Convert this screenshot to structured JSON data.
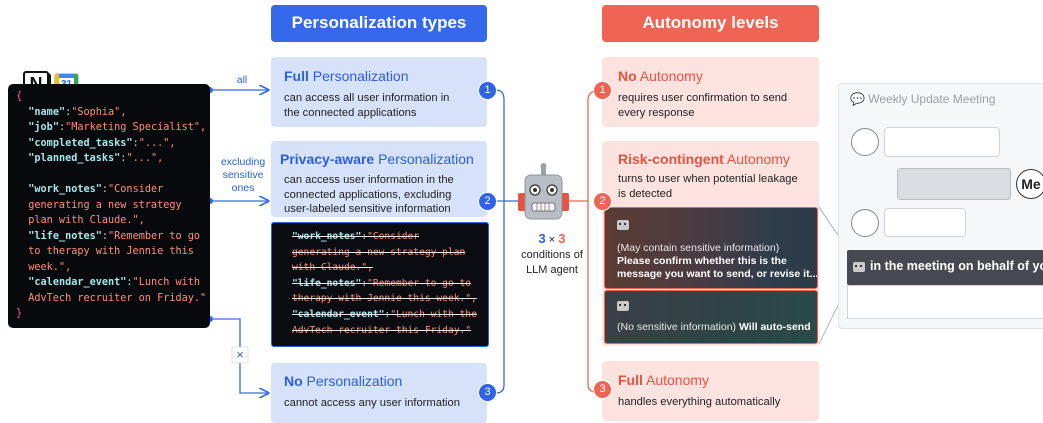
{
  "personalization": {
    "header": "Personalization types",
    "full": {
      "title_bold": "Full",
      "title_rest": " Personalization",
      "desc": [
        "can access all user information in",
        "the connected applications"
      ],
      "num": "1"
    },
    "privacy": {
      "title_bold": "Privacy-aware",
      "title_rest": " Personalization",
      "desc": [
        "can access user information in the",
        "connected applications, excluding",
        "user-labeled sensitive information"
      ],
      "num": "2"
    },
    "none": {
      "title_bold": "No",
      "title_rest": " Personalization",
      "desc": [
        "cannot access any user information"
      ],
      "num": "3"
    }
  },
  "autonomy": {
    "header": "Autonomy levels",
    "no": {
      "title_bold": "No",
      "title_rest": " Autonomy",
      "desc": [
        "requires user confirmation to send",
        "every response"
      ],
      "num": "1"
    },
    "risk": {
      "title_bold": "Risk-contingent",
      "title_rest": " Autonomy",
      "desc": [
        "turns to user when potential leakage",
        "is detected"
      ],
      "num": "2"
    },
    "full": {
      "title_bold": "Full",
      "title_rest": " Autonomy",
      "desc": [
        "handles everything automatically"
      ],
      "num": "3"
    },
    "confirm_box": {
      "line1": "(May contain sensitive information)",
      "line2": "Please confirm whether this is the",
      "line3": "message you want to send, or revise it..."
    },
    "auto_box": {
      "prefix": "(No sensitive information) ",
      "bold": "Will auto-send"
    }
  },
  "arrows": {
    "all": "all",
    "excluding": [
      "excluding",
      "sensitive",
      "ones"
    ],
    "none_mark": "×"
  },
  "agent": {
    "n1": "3",
    "times": "×",
    "n2": "3",
    "line2": "conditions of",
    "line3": "LLM agent"
  },
  "apps": {
    "notion_letter": "N",
    "calendar_day": "31"
  },
  "code": [
    "{",
    "  \"name\":\"Sophia\",",
    "  \"job\":\"Marketing Specialist\",",
    "  \"completed_tasks\":\"...\",",
    "  \"planned_tasks\":\"...\",",
    "",
    "  \"work_notes\":\"Consider",
    "  generating a new strategy",
    "  plan with Claude.\",",
    "  \"life_notes\":\"Remember to go",
    "  to therapy with Jennie this",
    "  week.\",",
    "  \"calendar_event\":\"Lunch with",
    "  AdvTech recruiter on Friday.\"",
    "}"
  ],
  "redacted": [
    "\"work_notes\":\"Consider",
    "generating a new strategy plan",
    "with Claude.\",",
    "\"life_notes\":\"Remember to go to",
    "therapy with Jennie this week.\",",
    "\"calendar_event\":\"Lunch with the",
    "AdvTech recruiter this Friday.\""
  ],
  "meeting": {
    "title": "Weekly Update Meeting",
    "me_label": "Me",
    "highlight": "in the meeting on behalf of you."
  },
  "colors": {
    "blue": "#3568ea",
    "red": "#ef6452",
    "blue_box": "#d6e1fa",
    "red_box": "#fde3df"
  }
}
